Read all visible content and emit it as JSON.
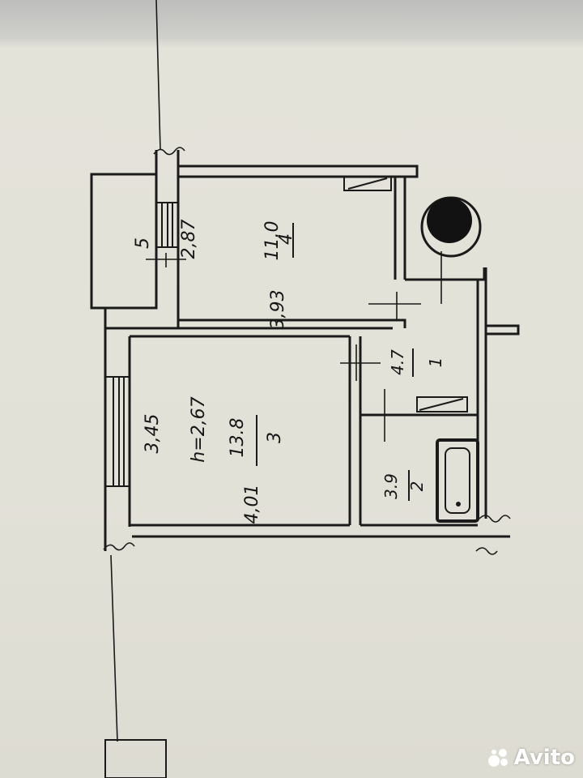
{
  "rooms": [
    {
      "number": "4",
      "area": "11.0",
      "dim": "3,93"
    },
    {
      "number": "3",
      "area": "13.8",
      "height": "h=2,67",
      "dim_left": "3,45",
      "dim_bottom": "4,01"
    },
    {
      "number": "1",
      "area": "4.7"
    },
    {
      "number": "2",
      "area": "3.9"
    },
    {
      "number": "5"
    }
  ],
  "balcony_dim": "2,87",
  "watermark": {
    "text": "Avito"
  },
  "colors": {
    "paper": "#e2e1d8",
    "ink": "#1a1a1a"
  }
}
